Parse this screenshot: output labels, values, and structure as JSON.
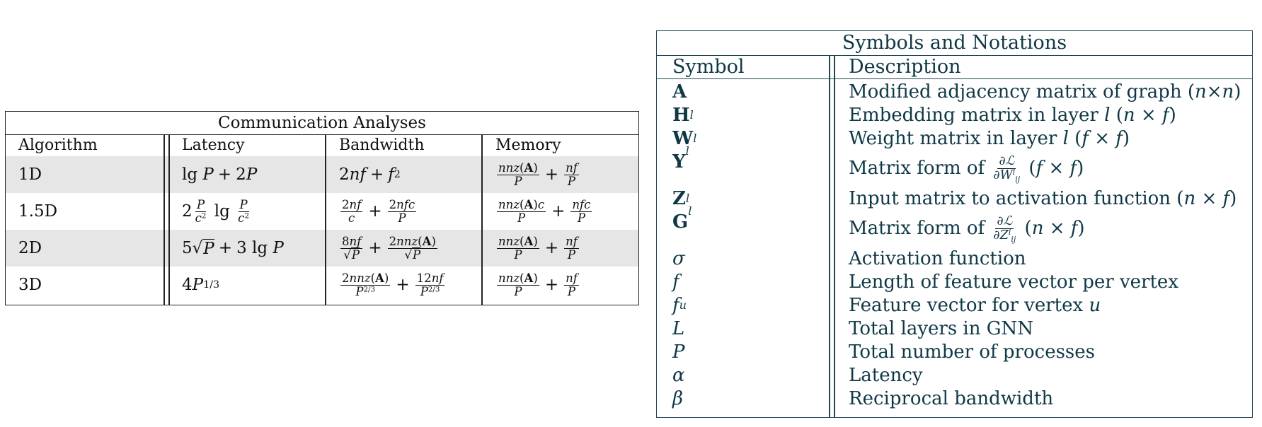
{
  "communication_table": {
    "title": "Communication Analyses",
    "headers": [
      "Algorithm",
      "Latency",
      "Bandwidth",
      "Memory"
    ],
    "rows": [
      {
        "algorithm": "1D",
        "latency": "lg P + 2P",
        "bandwidth": "2nf + f^2",
        "memory": "nnz(A)/P + nf/P"
      },
      {
        "algorithm": "1.5D",
        "latency": "2 P/c^2 lg P/c^2",
        "bandwidth": "2nf/c + 2nfc/P",
        "memory": "nnz(A)c/P + nfc/P"
      },
      {
        "algorithm": "2D",
        "latency": "5√P + 3 lg P",
        "bandwidth": "8nf/√P + 2nnz(A)/√P",
        "memory": "nnz(A)/P + nf/P"
      },
      {
        "algorithm": "3D",
        "latency": "4P^{1/3}",
        "bandwidth": "2nnz(A)/P^{2/3} + 12nf/P^{2/3}",
        "memory": "nnz(A)/P + nf/P"
      }
    ]
  },
  "symbols_table": {
    "title": "Symbols and Notations",
    "headers": [
      "Symbol",
      "Description"
    ],
    "rows": [
      {
        "symbol": "A",
        "description": "Modified adjacency matrix of graph (n×n)"
      },
      {
        "symbol": "H^l",
        "description": "Embedding matrix in layer l (n × f)"
      },
      {
        "symbol": "W^l",
        "description": "Weight matrix in layer l (f × f)"
      },
      {
        "symbol": "Y^l",
        "description": "Matrix form of ∂L/∂W^l_ij (f × f)"
      },
      {
        "symbol": "Z^l",
        "description": "Input matrix to activation function (n × f)"
      },
      {
        "symbol": "G^l",
        "description": "Matrix form of ∂L/∂Z^l_ij (n × f)"
      },
      {
        "symbol": "σ",
        "description": "Activation function"
      },
      {
        "symbol": "f",
        "description": "Length of feature vector per vertex"
      },
      {
        "symbol": "f_u",
        "description": "Feature vector for vertex u"
      },
      {
        "symbol": "L",
        "description": "Total layers in GNN"
      },
      {
        "symbol": "P",
        "description": "Total number of processes"
      },
      {
        "symbol": "α",
        "description": "Latency"
      },
      {
        "symbol": "β",
        "description": "Reciprocal bandwidth"
      }
    ]
  }
}
